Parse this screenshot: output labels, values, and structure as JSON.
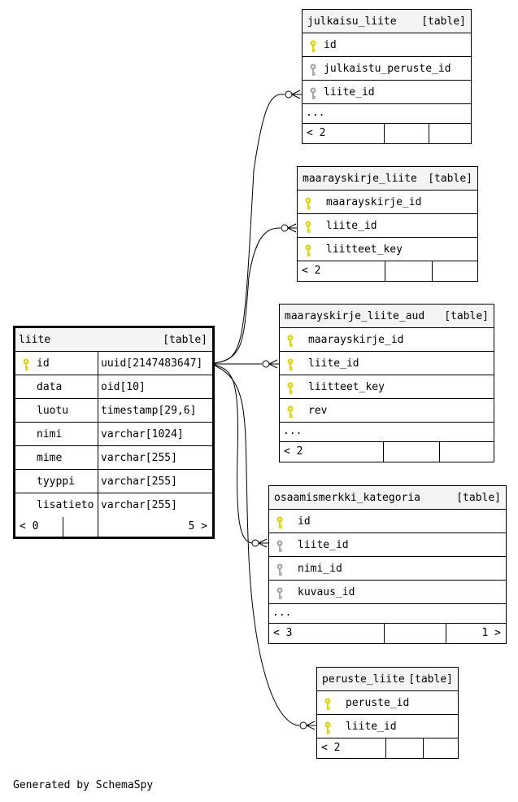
{
  "main_table": {
    "name": "liite",
    "kind": "[table]",
    "columns": [
      {
        "name": "id",
        "type": "uuid[2147483647]",
        "key": "primary"
      },
      {
        "name": "data",
        "type": "oid[10]",
        "key": ""
      },
      {
        "name": "luotu",
        "type": "timestamp[29,6]",
        "key": ""
      },
      {
        "name": "nimi",
        "type": "varchar[1024]",
        "key": ""
      },
      {
        "name": "mime",
        "type": "varchar[255]",
        "key": ""
      },
      {
        "name": "tyyppi",
        "type": "varchar[255]",
        "key": ""
      },
      {
        "name": "lisatieto",
        "type": "varchar[255]",
        "key": ""
      }
    ],
    "footer_left": "< 0",
    "footer_right": "5 >"
  },
  "related_tables": [
    {
      "name": "julkaisu_liite",
      "kind": "[table]",
      "columns": [
        {
          "name": "id",
          "key": "primary"
        },
        {
          "name": "julkaistu_peruste_id",
          "key": "foreign"
        },
        {
          "name": "liite_id",
          "key": "foreign"
        }
      ],
      "more": "...",
      "footer_left": "< 2",
      "footer_right": ""
    },
    {
      "name": "maarayskirje_liite",
      "kind": "[table]",
      "columns": [
        {
          "name": "maarayskirje_id",
          "key": "primary"
        },
        {
          "name": "liite_id",
          "key": "primary"
        },
        {
          "name": "liitteet_key",
          "key": "primary"
        }
      ],
      "more": "",
      "footer_left": "< 2",
      "footer_right": ""
    },
    {
      "name": "maarayskirje_liite_aud",
      "kind": "[table]",
      "columns": [
        {
          "name": "maarayskirje_id",
          "key": "primary"
        },
        {
          "name": "liite_id",
          "key": "primary"
        },
        {
          "name": "liitteet_key",
          "key": "primary"
        },
        {
          "name": "rev",
          "key": "primary"
        }
      ],
      "more": "...",
      "footer_left": "< 2",
      "footer_right": ""
    },
    {
      "name": "osaamismerkki_kategoria",
      "kind": "[table]",
      "columns": [
        {
          "name": "id",
          "key": "primary"
        },
        {
          "name": "liite_id",
          "key": "foreign"
        },
        {
          "name": "nimi_id",
          "key": "foreign"
        },
        {
          "name": "kuvaus_id",
          "key": "foreign"
        }
      ],
      "more": "...",
      "footer_left": "< 3",
      "footer_right": "1 >"
    },
    {
      "name": "peruste_liite",
      "kind": "[table]",
      "columns": [
        {
          "name": "peruste_id",
          "key": "primary"
        },
        {
          "name": "liite_id",
          "key": "primary"
        }
      ],
      "more": "",
      "footer_left": "< 2",
      "footer_right": ""
    }
  ],
  "colors": {
    "primary_key": "#e6d200",
    "foreign_key": "#a8a8a8",
    "header_bg": "#f4f4f4"
  },
  "footer": "Generated by SchemaSpy"
}
